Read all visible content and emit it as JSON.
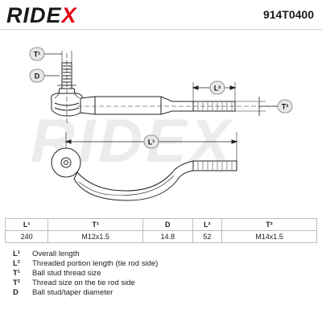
{
  "header": {
    "brand_prefix": "RIDE",
    "brand_x": "X",
    "part_number": "914T0400"
  },
  "watermark": "RIDEX",
  "dimensions": {
    "t1": "T¹",
    "d": "D",
    "l2": "L²",
    "t2": "T²",
    "l1": "L¹"
  },
  "table": {
    "headers": [
      "L¹",
      "T¹",
      "D",
      "L²",
      "T²"
    ],
    "values": [
      "240",
      "M12x1.5",
      "14.8",
      "52",
      "M14x1.5"
    ]
  },
  "legend": [
    {
      "key": "L¹",
      "text": "Overall length"
    },
    {
      "key": "L²",
      "text": "Threaded portion length (tie rod side)"
    },
    {
      "key": "T¹",
      "text": "Ball stud thread size"
    },
    {
      "key": "T²",
      "text": "Thread size on the tie rod side"
    },
    {
      "key": "D",
      "text": "Ball stud/taper diameter"
    }
  ],
  "colors": {
    "brand_accent": "#e30613",
    "badge_fill": "#e8e8e8"
  }
}
